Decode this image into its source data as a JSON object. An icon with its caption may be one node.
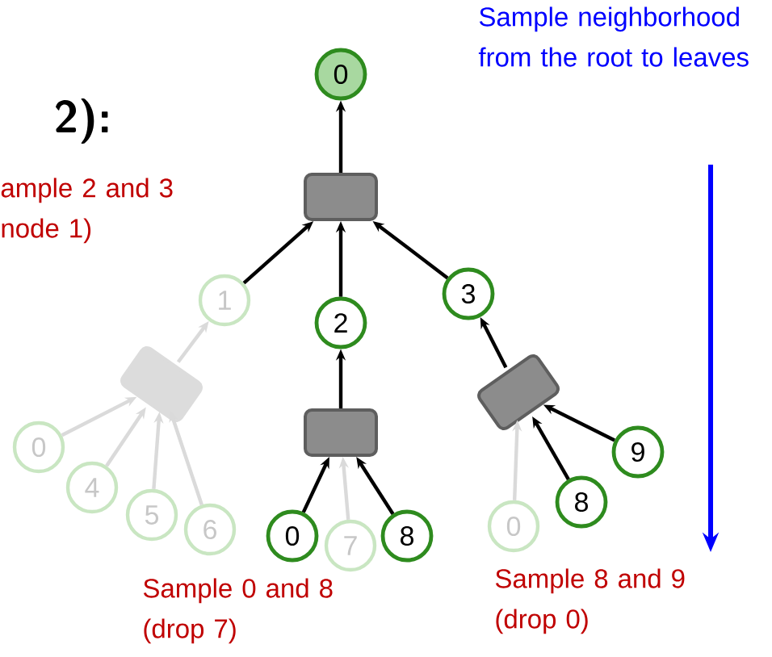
{
  "diagram": {
    "title": "2):",
    "nodes": [
      {
        "text": [
          "0"
        ]
      },
      {
        "text": [],
        "shape": "box"
      },
      {
        "text": [
          "1"
        ]
      },
      {
        "text": [
          "2"
        ]
      },
      {
        "text": [
          "3"
        ]
      },
      {
        "text": [],
        "shape": "box"
      },
      {
        "text": [
          "0"
        ]
      },
      {
        "text": [
          "4"
        ]
      },
      {
        "text": [
          "5"
        ]
      },
      {
        "text": [
          "6"
        ]
      },
      {
        "text": [],
        "shape": "box"
      },
      {
        "text": [
          "0"
        ]
      },
      {
        "text": [
          "7"
        ]
      },
      {
        "text": [
          "8"
        ]
      },
      {
        "text": [],
        "shape": "box"
      },
      {
        "text": [
          "0"
        ]
      },
      {
        "text": [
          "8"
        ]
      },
      {
        "text": [
          "9"
        ]
      }
    ],
    "edges": [
      {
        "from": 1,
        "to": 0,
        "arrow": "to"
      },
      {
        "from": 2,
        "to": 1,
        "arrow": "to"
      },
      {
        "from": 3,
        "to": 1,
        "arrow": "to"
      },
      {
        "from": 4,
        "to": 1,
        "arrow": "to"
      },
      {
        "from": 5,
        "to": 2,
        "arrow": "to",
        "color": "#dadada"
      },
      {
        "from": 6,
        "to": 5,
        "arrow": "to",
        "color": "#dadada"
      },
      {
        "from": 7,
        "to": 5,
        "arrow": "to",
        "color": "#dadada"
      },
      {
        "from": 8,
        "to": 5,
        "arrow": "to",
        "color": "#dadada"
      },
      {
        "from": 9,
        "to": 5,
        "arrow": "to",
        "color": "#dadada"
      },
      {
        "from": 10,
        "to": 3,
        "arrow": "to"
      },
      {
        "from": 11,
        "to": 10,
        "arrow": "to"
      },
      {
        "from": 12,
        "to": 10,
        "arrow": "to",
        "color": "#dadada"
      },
      {
        "from": 13,
        "to": 10,
        "arrow": "to"
      },
      {
        "from": 14,
        "to": 4,
        "arrow": "to"
      },
      {
        "from": 15,
        "to": 14,
        "arrow": "to",
        "color": "#dadada"
      },
      {
        "from": 16,
        "to": 14,
        "arrow": "to"
      },
      {
        "from": 17,
        "to": 14,
        "arrow": "to"
      }
    ],
    "labels": [
      "ample 2 and 3 node 1)",
      "Sample neighborhood from the root to leaves",
      "Sample 0 and 8 (drop 7)",
      "Sample 8 and 9 (drop 0)"
    ]
  }
}
